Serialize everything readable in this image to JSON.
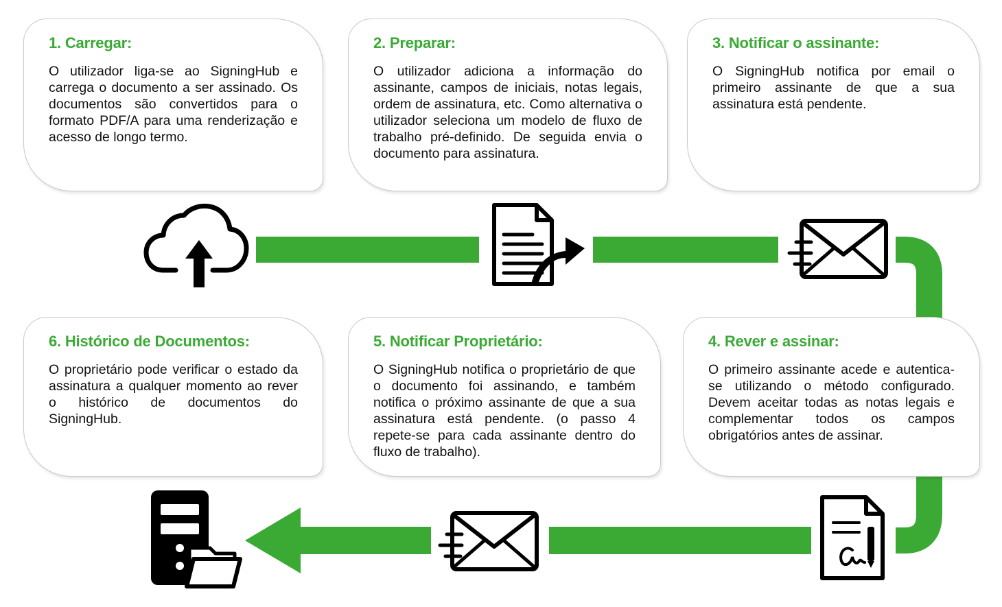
{
  "colors": {
    "accent": "#3aaa35",
    "text": "#111111",
    "card_border": "#c9c9c9",
    "icon": "#000000"
  },
  "steps": [
    {
      "title": "1. Carregar:",
      "text": "O utilizador liga-se ao SigningHub e carrega o documento a ser assinado. Os documentos são convertidos para o formato PDF/A para uma renderização e acesso de longo termo.",
      "icon": "cloud-upload-icon"
    },
    {
      "title": "2. Preparar:",
      "text": "O utilizador adiciona a informação do assinante, campos de iniciais, notas legais, ordem de assinatura, etc. Como alternativa o utilizador seleciona um modelo de fluxo de trabalho pré-definido. De seguida envia o documento para assinatura.",
      "icon": "document-send-icon"
    },
    {
      "title": "3. Notificar o assinante:",
      "text": "O SigningHub notifica por email o primeiro assinante de que a sua assinatura está pendente.",
      "icon": "email-icon"
    },
    {
      "title": "4. Rever e assinar:",
      "text": "O primeiro assinante acede e autentica-se utilizando o método configurado. Devem aceitar todas as notas legais e complementar todos os campos obrigatórios antes de assinar.",
      "icon": "signed-document-icon"
    },
    {
      "title": "5. Notificar Proprietário:",
      "text": "O SigningHub notifica o proprietário de que o documento foi assinando, e também notifica o próximo assinante de que a sua assinatura está pendente. (o passo 4 repete-se para cada assinante dentro do fluxo de trabalho).",
      "icon": "email-icon"
    },
    {
      "title": "6. Histórico de Documentos:",
      "text": "O proprietário pode verificar o estado da assinatura a qualquer momento ao rever o histórico de documentos do SigningHub.",
      "icon": "server-folder-icon"
    }
  ]
}
